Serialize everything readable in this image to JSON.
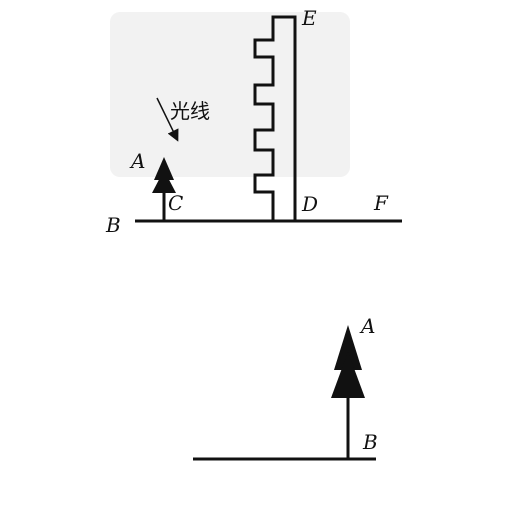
{
  "top_figure": {
    "labels": {
      "A": "A",
      "B": "B",
      "C": "C",
      "D": "D",
      "E": "E",
      "F": "F"
    },
    "light_label": "光线",
    "colors": {
      "ink": "#111111",
      "background_patch": "#f2f2f2"
    }
  },
  "bottom_figure": {
    "labels": {
      "A": "A",
      "B": "B"
    }
  }
}
